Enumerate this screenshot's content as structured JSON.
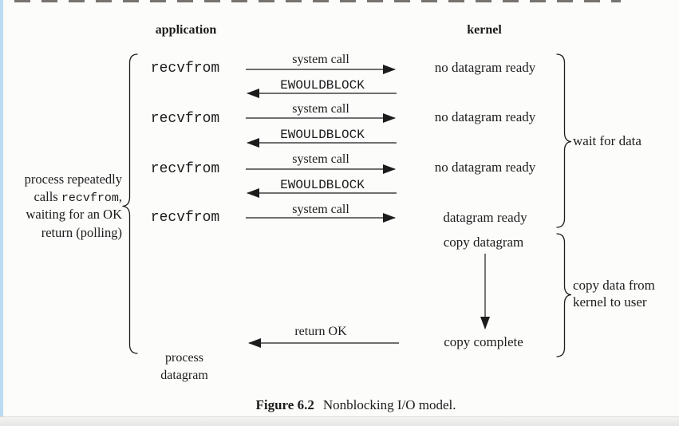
{
  "columns": {
    "application": "application",
    "kernel": "kernel"
  },
  "left_note": {
    "line1": "process repeatedly",
    "line2_prefix": "calls",
    "line2_code": "recvfrom",
    "line2_suffix": ",",
    "line3": "waiting for an OK",
    "line4": "return (polling)"
  },
  "exchanges": [
    {
      "app_call": "recvfrom",
      "request": "system call",
      "response": "EWOULDBLOCK",
      "kernel_state": "no datagram ready"
    },
    {
      "app_call": "recvfrom",
      "request": "system call",
      "response": "EWOULDBLOCK",
      "kernel_state": "no datagram ready"
    },
    {
      "app_call": "recvfrom",
      "request": "system call",
      "response": "EWOULDBLOCK",
      "kernel_state": "no datagram ready"
    },
    {
      "app_call": "recvfrom",
      "request": "system call",
      "kernel_state": "datagram ready"
    }
  ],
  "copy_phase": {
    "start_label": "copy datagram",
    "end_label": "copy complete",
    "return_label": "return OK"
  },
  "final_step": {
    "line1": "process",
    "line2": "datagram"
  },
  "brace_labels": {
    "wait": "wait for data",
    "copy_line1": "copy data from",
    "copy_line2": "kernel to user"
  },
  "caption": {
    "figure": "Figure 6.2",
    "title": "Nonblocking I/O model."
  },
  "colors": {
    "ink": "#1c1c1c",
    "background": "#fcfcfb",
    "left_strip": "#badbf2"
  }
}
